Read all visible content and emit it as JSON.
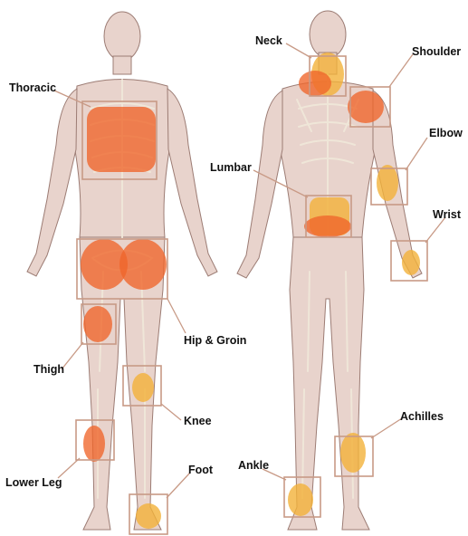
{
  "colors": {
    "highlight_red": "#f0652a",
    "highlight_yellow": "#f3b13a",
    "skin": "#e8d3cc",
    "box_stroke": "#c89a86"
  },
  "labels": {
    "thoracic": "Thoracic",
    "hip_groin": "Hip & Groin",
    "thigh": "Thigh",
    "knee": "Knee",
    "lower_leg": "Lower Leg",
    "foot": "Foot",
    "neck": "Neck",
    "shoulder": "Shoulder",
    "elbow": "Elbow",
    "lumbar": "Lumbar",
    "wrist": "Wrist",
    "achilles": "Achilles",
    "ankle": "Ankle"
  }
}
